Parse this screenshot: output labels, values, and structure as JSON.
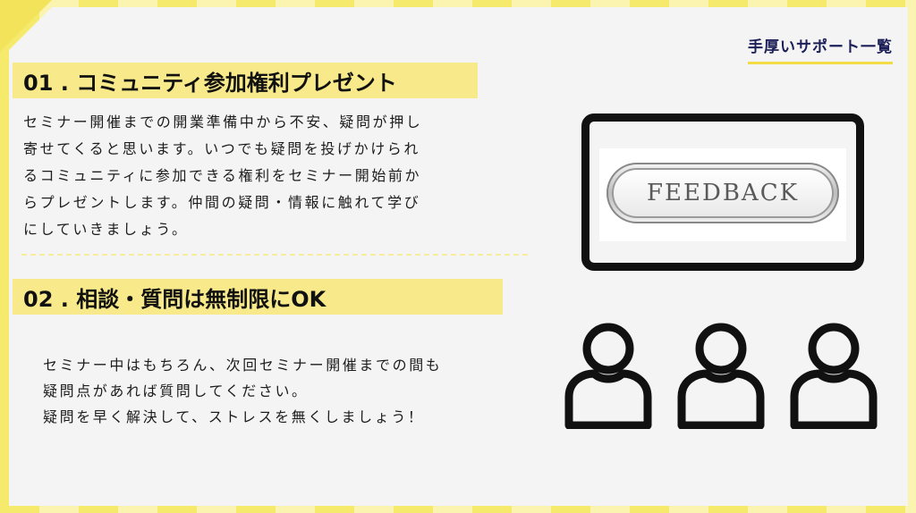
{
  "header": {
    "title": "手厚いサポート一覧"
  },
  "section1": {
    "heading": "01 . コミュニティ参加権利プレゼント",
    "lines": [
      "セミナー開催までの開業準備中から不安、疑問が押し",
      "寄せてくると思います。いつでも疑問を投げかけられ",
      "るコミュニティに参加できる権利をセミナー開始前か",
      "らプレゼントします。仲間の疑問・情報に触れて学び",
      "にしていきましょう。"
    ]
  },
  "section2": {
    "heading": "02 . 相談・質問は無制限にOK",
    "lines": [
      "セミナー中はもちろん、次回セミナー開催までの間も",
      "疑問点があれば質問してください。",
      "疑問を早く解決して、ストレスを無くしましょう！"
    ]
  },
  "illustration": {
    "screen_text": "FEEDBACK",
    "people_icons": [
      "person-icon",
      "person-icon",
      "person-icon"
    ]
  },
  "colors": {
    "accent_yellow": "#f8e98a",
    "title_navy": "#1c1f57"
  }
}
